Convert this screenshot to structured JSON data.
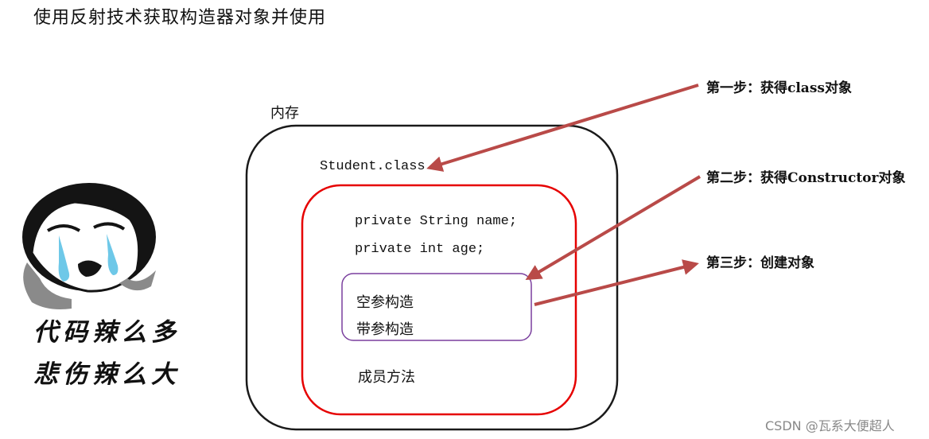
{
  "title": "使用反射技术获取构造器对象并使用",
  "memory_label": "内存",
  "class_label": "Student.class",
  "fields": [
    "private String name;",
    "private int age;"
  ],
  "constructors": [
    "空参构造",
    "带参构造"
  ],
  "method_label": "成员方法",
  "steps": [
    "第一步：获得class对象",
    "第二步：获得Constructor对象",
    "第三步：创建对象"
  ],
  "meme_text": [
    "代码辣么多",
    "悲伤辣么大"
  ],
  "watermark": "CSDN @瓦系大便超人",
  "colors": {
    "outer_box": "#1a1a1a",
    "class_box": "#e60000",
    "ctor_box": "#7a3f9e",
    "arrow": "#b94a48"
  }
}
